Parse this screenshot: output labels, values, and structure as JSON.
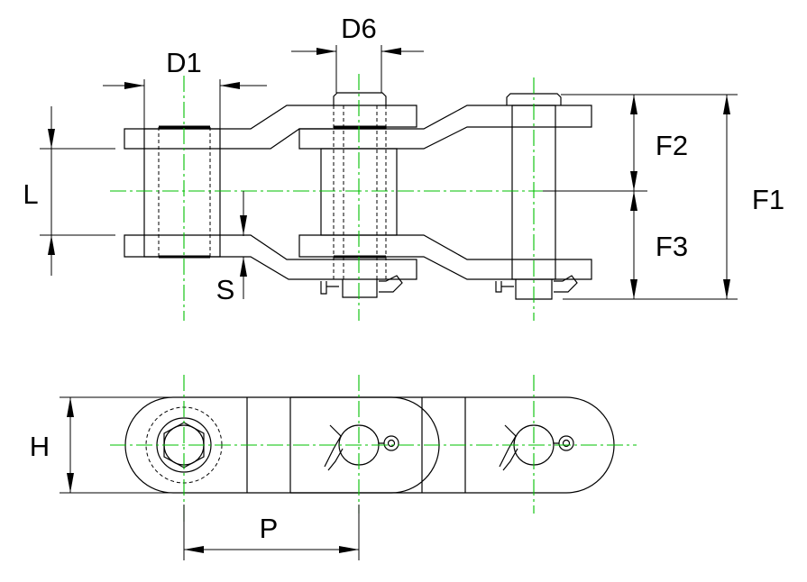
{
  "labels": {
    "d1": "D1",
    "d6": "D6",
    "l": "L",
    "s": "S",
    "f1": "F1",
    "f2": "F2",
    "f3": "F3",
    "h": "H",
    "p": "P"
  },
  "colors": {
    "line": "#000000",
    "centerline": "#00c000",
    "background": "#ffffff"
  }
}
